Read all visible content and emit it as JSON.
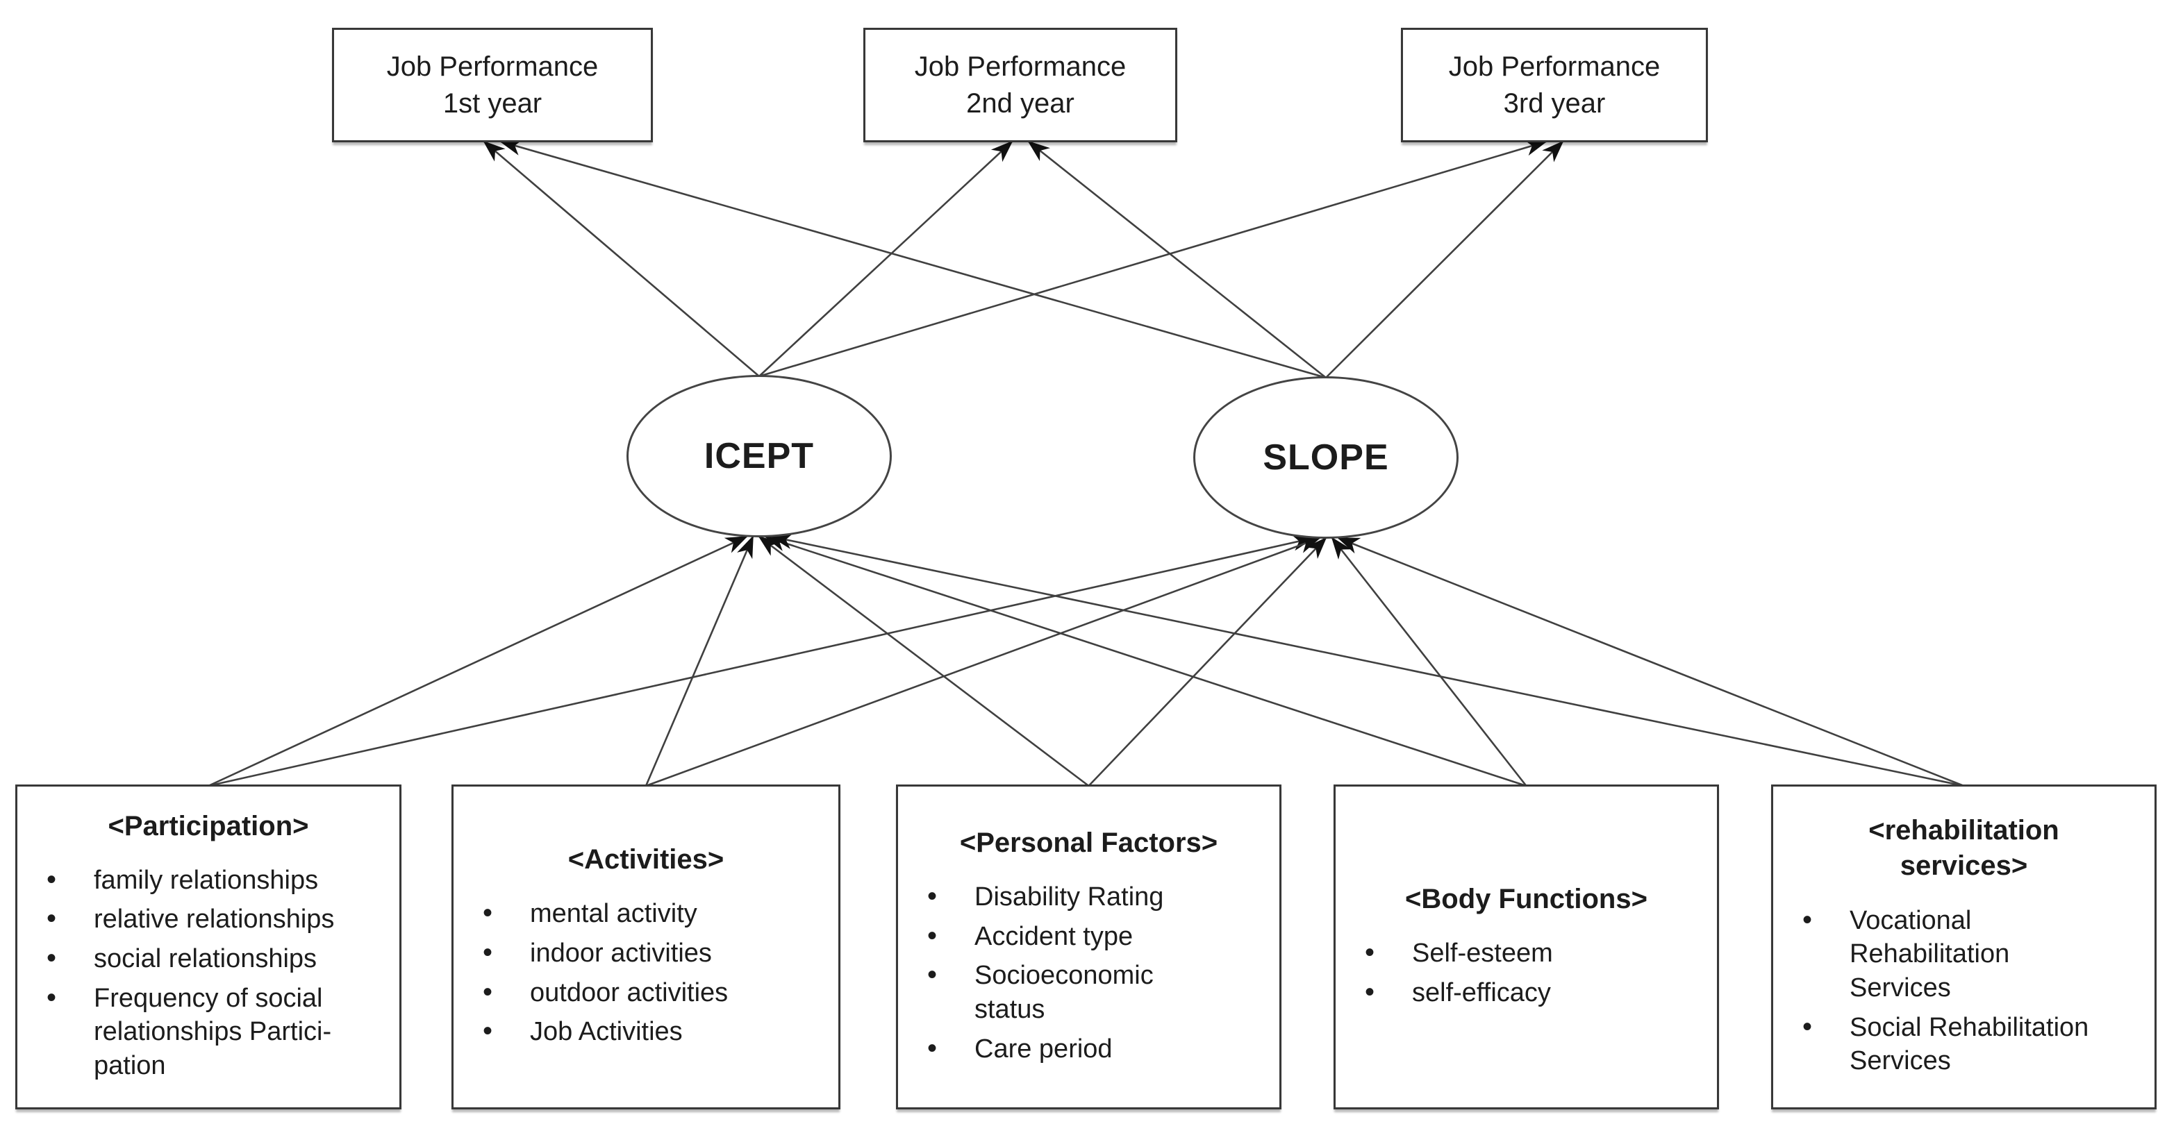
{
  "diagram": {
    "top_boxes": [
      {
        "id": "jp1",
        "label": "Job Performance\n1st year"
      },
      {
        "id": "jp2",
        "label": "Job Performance\n2nd year"
      },
      {
        "id": "jp3",
        "label": "Job Performance\n3rd year"
      }
    ],
    "latent_factors": [
      {
        "id": "icept",
        "label": "ICEPT"
      },
      {
        "id": "slope",
        "label": "SLOPE"
      }
    ],
    "predictor_boxes": [
      {
        "id": "participation",
        "title": "<Participation>",
        "items": [
          "family relationships",
          "relative relationships",
          "social relationships",
          "Frequency of social\nrelationships Partici-\npation"
        ]
      },
      {
        "id": "activities",
        "title": "<Activities>",
        "items": [
          "mental activity",
          "indoor activities",
          "outdoor activities",
          "Job Activities"
        ]
      },
      {
        "id": "personal-factors",
        "title": "<Personal Factors>",
        "items": [
          "Disability Rating",
          "Accident type",
          "Socioeconomic\nstatus",
          "Care period"
        ]
      },
      {
        "id": "body-functions",
        "title": "<Body Functions>",
        "items": [
          "Self-esteem",
          "self-efficacy"
        ]
      },
      {
        "id": "rehabilitation-services",
        "title": "<rehabilitation\nservices>",
        "items": [
          "Vocational\nRehabilitation\nServices",
          "Social Rehabilitation\nServices"
        ]
      }
    ],
    "edges": [
      {
        "from": "icept",
        "to": "jp1"
      },
      {
        "from": "slope",
        "to": "jp1"
      },
      {
        "from": "icept",
        "to": "jp2"
      },
      {
        "from": "slope",
        "to": "jp2"
      },
      {
        "from": "icept",
        "to": "jp3"
      },
      {
        "from": "slope",
        "to": "jp3"
      },
      {
        "from": "participation",
        "to": "icept"
      },
      {
        "from": "activities",
        "to": "icept"
      },
      {
        "from": "personal-factors",
        "to": "icept"
      },
      {
        "from": "body-functions",
        "to": "icept"
      },
      {
        "from": "rehabilitation-services",
        "to": "icept"
      },
      {
        "from": "participation",
        "to": "slope"
      },
      {
        "from": "activities",
        "to": "slope"
      },
      {
        "from": "personal-factors",
        "to": "slope"
      },
      {
        "from": "body-functions",
        "to": "slope"
      },
      {
        "from": "rehabilitation-services",
        "to": "slope"
      }
    ],
    "colors": {
      "line": "#404040",
      "arrowhead": "#111111",
      "box_border": "#383838",
      "text": "#1c1c1c",
      "background": "#ffffff"
    }
  }
}
